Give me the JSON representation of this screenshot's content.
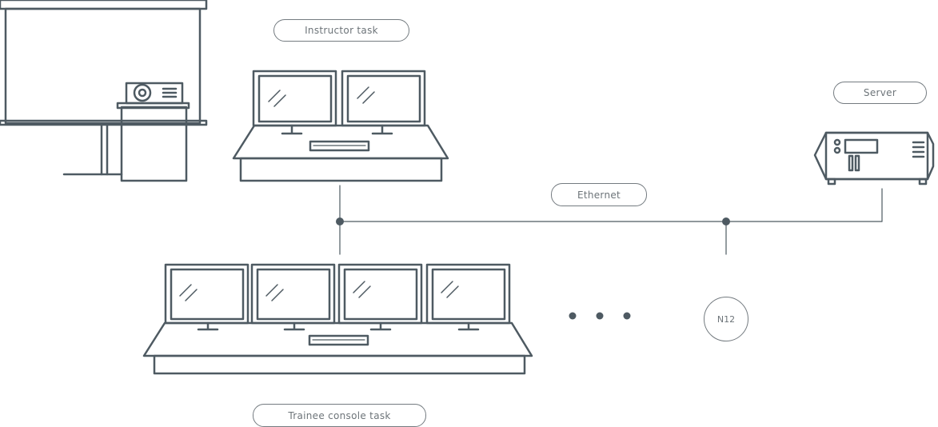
{
  "labels": {
    "instructor": "Instructor task",
    "server": "Server",
    "ethernet": "Ethernet",
    "trainee": "Trainee console task",
    "node": "N12"
  },
  "icons": {
    "projector_screen": "projector-screen-icon",
    "projector": "projector-icon",
    "instructor_console": "instructor-console-icon",
    "trainee_console": "trainee-console-icon",
    "server": "server-icon",
    "ellipsis": "ellipsis-icon"
  },
  "colors": {
    "stroke": "#4e5a62",
    "label_border": "#747b80",
    "label_text": "#6d7479",
    "background": "#ffffff"
  }
}
